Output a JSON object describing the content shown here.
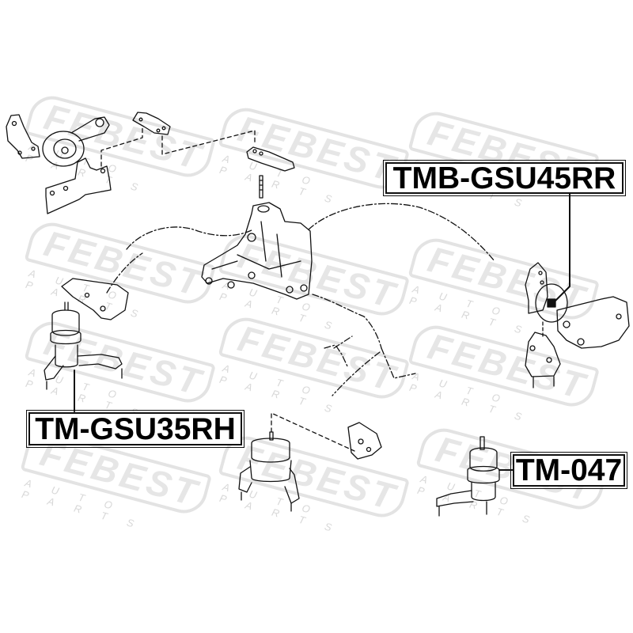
{
  "diagram": {
    "type": "exploded parts diagram",
    "subject": "engine mounts",
    "colors": {
      "line": "#111111",
      "watermark": "#e3e3e3",
      "background": "#ffffff"
    }
  },
  "watermark": {
    "brand": "FEBEST",
    "tagline": "AUTO PARTS"
  },
  "labels": [
    {
      "id": "part-1",
      "text": "TMB-GSU45RR"
    },
    {
      "id": "part-2",
      "text": "TM-GSU35RH"
    },
    {
      "id": "part-3",
      "text": "TM-047"
    }
  ]
}
